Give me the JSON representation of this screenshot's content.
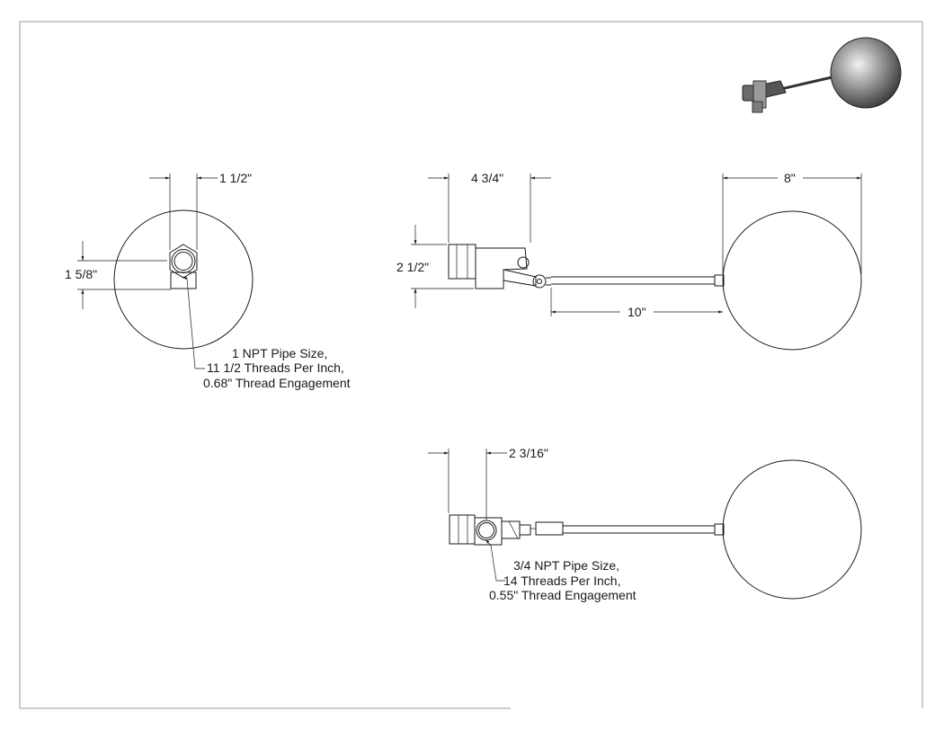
{
  "dimensions": {
    "top_view_width": "1 1/2\"",
    "top_view_height": "1 5/8\"",
    "valve_length": "4 3/4\"",
    "ball_diameter": "8\"",
    "valve_height": "2 1/2\"",
    "rod_length": "10\"",
    "small_valve_length": "2 3/16\""
  },
  "notes": {
    "large_valve": [
      "1 NPT Pipe Size,",
      "11 1/2 Threads Per Inch,",
      "0.68\" Thread Engagement"
    ],
    "small_valve": [
      "3/4 NPT Pipe Size,",
      "14 Threads Per Inch,",
      "0.55\" Thread Engagement"
    ]
  }
}
